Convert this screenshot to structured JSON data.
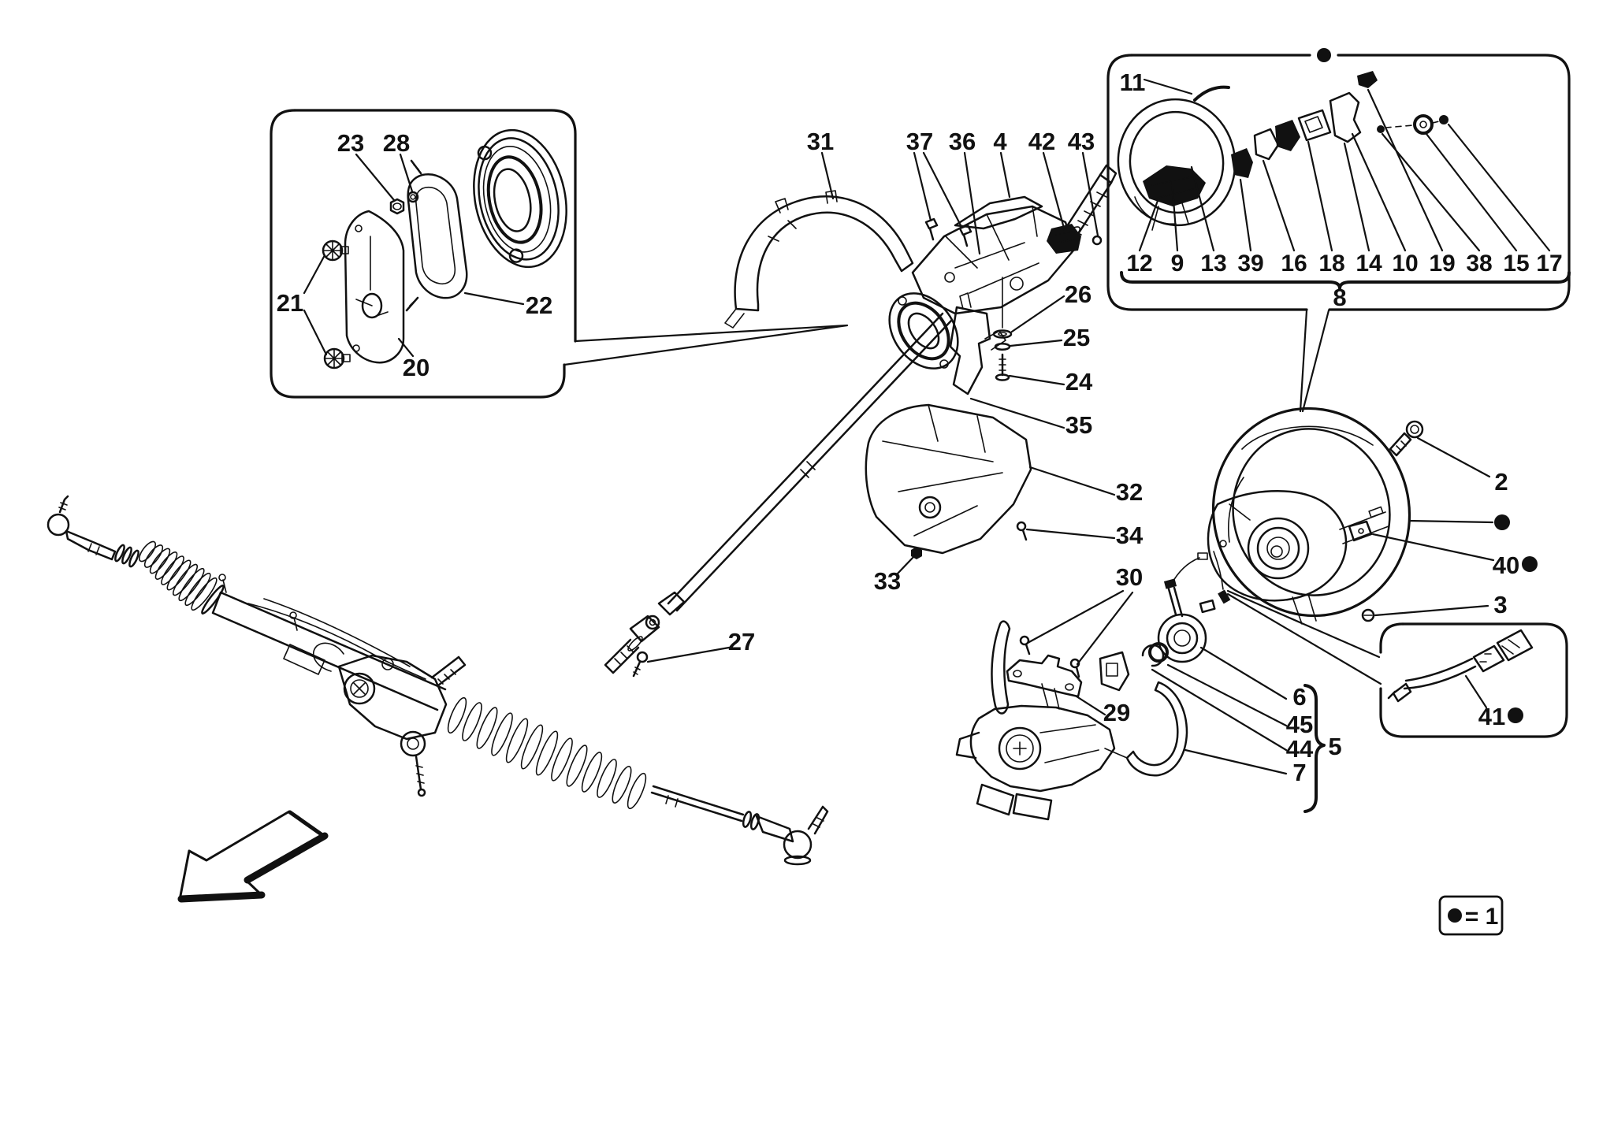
{
  "legend": {
    "bullet": "●",
    "text": "= 1"
  },
  "callouts": {
    "c2": "2",
    "c3": "3",
    "c4": "4",
    "c5": "5",
    "c6": "6",
    "c7": "7",
    "c8": "8",
    "c9": "9",
    "c10": "10",
    "c11": "11",
    "c12": "12",
    "c13": "13",
    "c14": "14",
    "c15": "15",
    "c16": "16",
    "c17": "17",
    "c18": "18",
    "c19": "19",
    "c20": "20",
    "c21": "21",
    "c22": "22",
    "c23": "23",
    "c24": "24",
    "c25": "25",
    "c26": "26",
    "c27": "27",
    "c28": "28",
    "c29": "29",
    "c30": "30",
    "c31": "31",
    "c32": "32",
    "c33": "33",
    "c34": "34",
    "c35": "35",
    "c36": "36",
    "c37": "37",
    "c38": "38",
    "c39": "39",
    "c40": "40",
    "c41": "41",
    "c42": "42",
    "c43": "43",
    "c44": "44",
    "c45": "45"
  },
  "groups": {
    "wheel_exploded_box": {
      "top_label": "11",
      "bottom_row": [
        "12",
        "9",
        "13",
        "39",
        "16",
        "18",
        "14",
        "10",
        "19",
        "38",
        "15",
        "17"
      ],
      "brace_label": "8",
      "has_top_bullet": true
    },
    "cover_plate_box": {
      "labels": [
        "23",
        "28",
        "21",
        "22",
        "20"
      ]
    },
    "steering_column": {
      "labels": [
        "31",
        "37",
        "36",
        "4",
        "42",
        "43",
        "26",
        "25",
        "24",
        "35",
        "32",
        "34",
        "33",
        "27"
      ]
    },
    "switch_assembly": {
      "labels": [
        "30",
        "29"
      ],
      "braced_items": [
        "6",
        "45",
        "44",
        "7"
      ],
      "brace_label": "5"
    },
    "steering_wheel": {
      "labels": [
        "2",
        "40",
        "3"
      ],
      "bullet_after": [
        "40"
      ],
      "standalone_bullet": true
    },
    "cable_box": {
      "label": "41",
      "bullet_after": [
        "41"
      ]
    }
  }
}
